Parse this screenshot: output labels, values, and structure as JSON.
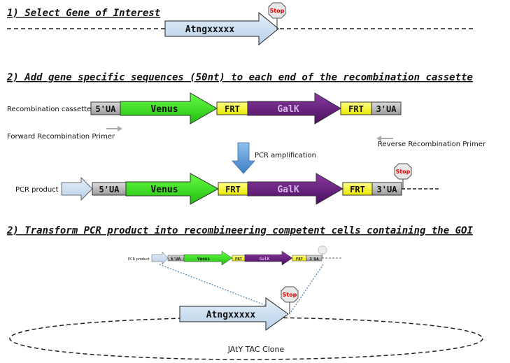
{
  "steps": {
    "step1": "1) Select Gene of Interest",
    "step2": "2) Add gene specific sequences (50nt) to each end of the recombination cassette",
    "step3": "2) Transform PCR product into recombineering competent cells containing the GOI"
  },
  "gene": {
    "name": "Atngxxxxx",
    "stop": "Stop"
  },
  "cassette": {
    "label": "Recombination cassette",
    "segments": [
      "5'UA",
      "Venus",
      "FRT",
      "GalK",
      "FRT",
      "3'UA"
    ]
  },
  "primers": {
    "forward": "Forward Recombination Primer",
    "reverse": "Reverse Recombination Primer"
  },
  "pcr": {
    "amplification": "PCR amplification",
    "product": "PCR product"
  },
  "clone": {
    "label": "JAtY TAC Clone"
  },
  "colors": {
    "grey_block": "#bdbdbd",
    "venus": "#33dd22",
    "frt": "#ffff33",
    "galk": "#6a1b80",
    "gene_fill": "#d4e4f4",
    "primer_arrow": "#aaaaaa",
    "pcr_arrow": "#5b9bd5",
    "stop": "#e8e8e8"
  }
}
